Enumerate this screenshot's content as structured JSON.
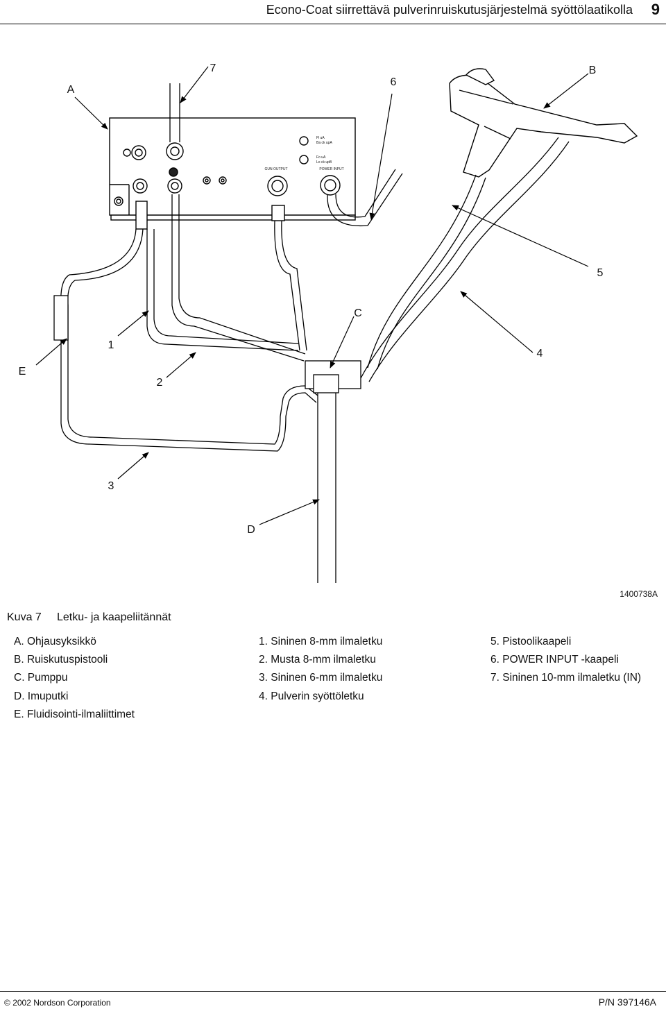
{
  "header": {
    "title": "Econo-Coat siirrettävä pulverinruiskutusjärjestelmä syöttölaatikolla",
    "page_number": "9"
  },
  "figure": {
    "callouts": {
      "A": "A",
      "B": "B",
      "C": "C",
      "D": "D",
      "E": "E",
      "n1": "1",
      "n2": "2",
      "n3": "3",
      "n4": "4",
      "n5": "5",
      "n6": "6",
      "n7": "7"
    },
    "panel_labels": {
      "fluid_a": "Fl uA",
      "fluid_a_sub": "Ba ck upA",
      "fluid_b": "Fo uA",
      "fluid_b_sub": "Lo ck upB",
      "gun_output": "GUN OUTPUT",
      "power_input": "POWER INPUT"
    },
    "drawing_code": "1400738A",
    "caption_label": "Kuva 7",
    "caption_text": "Letku- ja kaapeliitännät"
  },
  "legend": {
    "letters": [
      "A. Ohjausyksikkö",
      "B. Ruiskutuspistooli",
      "C. Pumppu",
      "D. Imuputki",
      "E. Fluidisointi-ilmaliittimet"
    ],
    "numbers_a": [
      "1. Sininen 8-mm ilmaletku",
      "2. Musta 8-mm ilmaletku",
      "3. Sininen 6-mm ilmaletku",
      "4. Pulverin syöttöletku"
    ],
    "numbers_b": [
      "5. Pistoolikaapeli",
      "6. POWER INPUT -kaapeli",
      "7. Sininen 10-mm ilmaletku (IN)"
    ]
  },
  "footer": {
    "copyright_symbol": "©",
    "copyright": "2002 Nordson Corporation",
    "part_number": "P/N 397146A"
  }
}
